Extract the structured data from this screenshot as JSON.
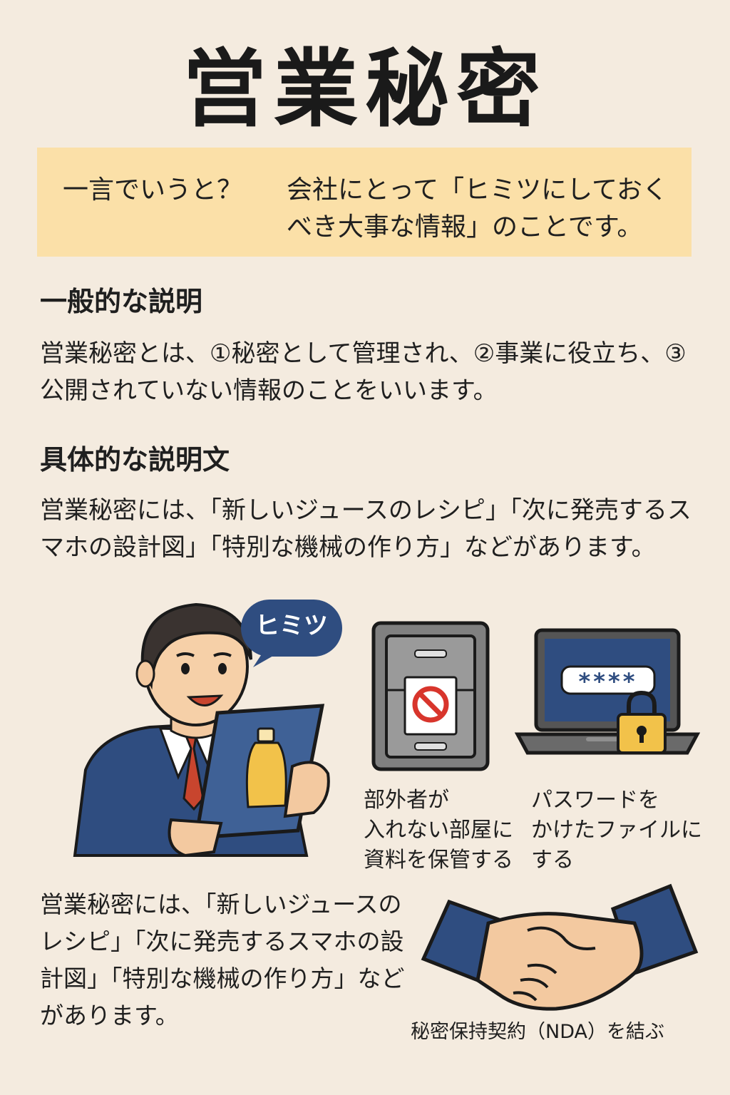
{
  "title": "営業秘密",
  "summary": {
    "label": "一言でいうと？",
    "text": "会社にとって「ヒミツにしておくべき大事な情報」のことです。"
  },
  "general": {
    "heading": "一般的な説明",
    "text": "営業秘密とは、①秘密として管理され、②事業に役立ち、③公開されていない情報のことをいいます。"
  },
  "specific": {
    "heading": "具体的な説明文",
    "text": "営業秘密には、「新しいジュースのレシピ」「次に発売するスマホの設計図」「特別な機械の作り方」などがあります。"
  },
  "illustrations": {
    "speech_bubble": "ヒミツ",
    "password_mask": "****",
    "cabinet_caption": [
      "部外者が",
      "入れない部屋に",
      "資料を保管する"
    ],
    "laptop_caption": [
      "パスワードを",
      "かけたファイルに",
      "する"
    ],
    "handshake_caption": "秘密保持契約（NDA）を結ぶ"
  },
  "bottom_text": "営業秘密には、「新しいジュースのレシピ」「次に発売するスマホの設計図」「特別な機械の作り方」などがあります。",
  "colors": {
    "background": "#f4ebdf",
    "summary_bg": "#fbe0a8",
    "navy": "#2f4d80",
    "gold": "#f2c24a",
    "red": "#d8352c"
  }
}
